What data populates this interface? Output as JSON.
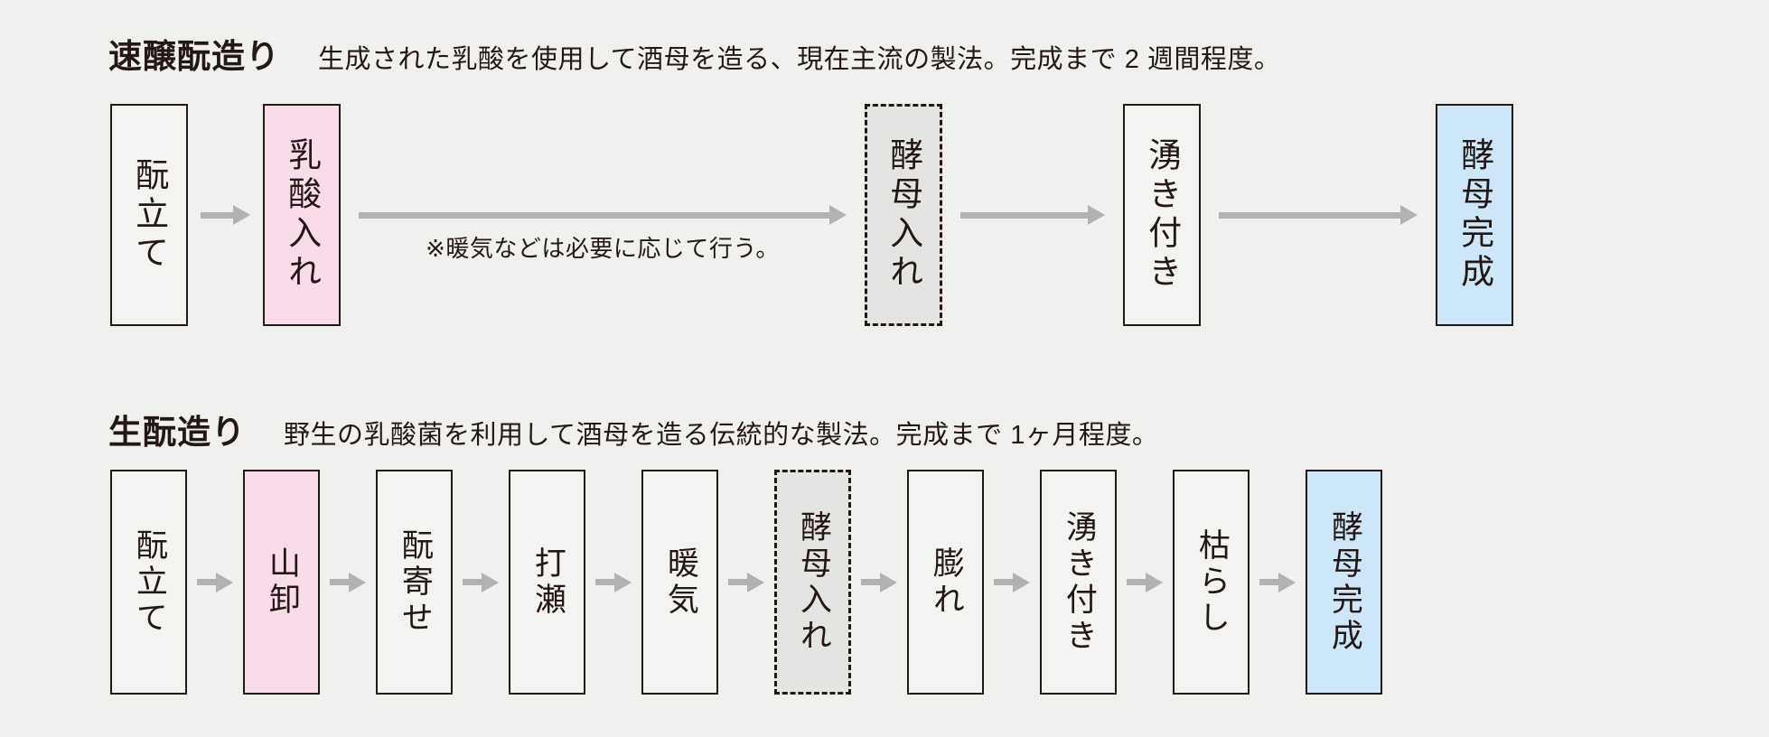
{
  "background_color": "#f0f0ef",
  "ink_color": "#231815",
  "arrow_color": "#b2b2b2",
  "highlight_colors": {
    "pink": "#f9dce9",
    "blue": "#cde7f8",
    "dashed_fill": "#e4e4e3"
  },
  "sections": [
    {
      "id": "sokujo",
      "title": "速醸酛造り",
      "description": "生成された乳酸を使用して酒母を造る、現在主流の製法。完成まで 2 週間程度。",
      "note": "※暖気などは必要に応じて行う。",
      "steps": [
        {
          "label": "酛立て",
          "style": "plain"
        },
        {
          "label": "乳酸入れ",
          "style": "pink"
        },
        {
          "label": "酵母入れ",
          "style": "dashed"
        },
        {
          "label": "湧き付き",
          "style": "plain"
        },
        {
          "label": "酵母完成",
          "style": "blue"
        }
      ]
    },
    {
      "id": "kimoto",
      "title": "生酛造り",
      "description": "野生の乳酸菌を利用して酒母を造る伝統的な製法。完成まで 1ヶ月程度。",
      "note": "",
      "steps": [
        {
          "label": "酛立て",
          "style": "plain"
        },
        {
          "label": "山卸",
          "style": "pink"
        },
        {
          "label": "酛寄せ",
          "style": "plain"
        },
        {
          "label": "打瀬",
          "style": "plain"
        },
        {
          "label": "暖気",
          "style": "plain"
        },
        {
          "label": "酵母入れ",
          "style": "dashed"
        },
        {
          "label": "膨れ",
          "style": "plain"
        },
        {
          "label": "湧き付き",
          "style": "plain"
        },
        {
          "label": "枯らし",
          "style": "plain"
        },
        {
          "label": "酵母完成",
          "style": "blue"
        }
      ]
    }
  ]
}
